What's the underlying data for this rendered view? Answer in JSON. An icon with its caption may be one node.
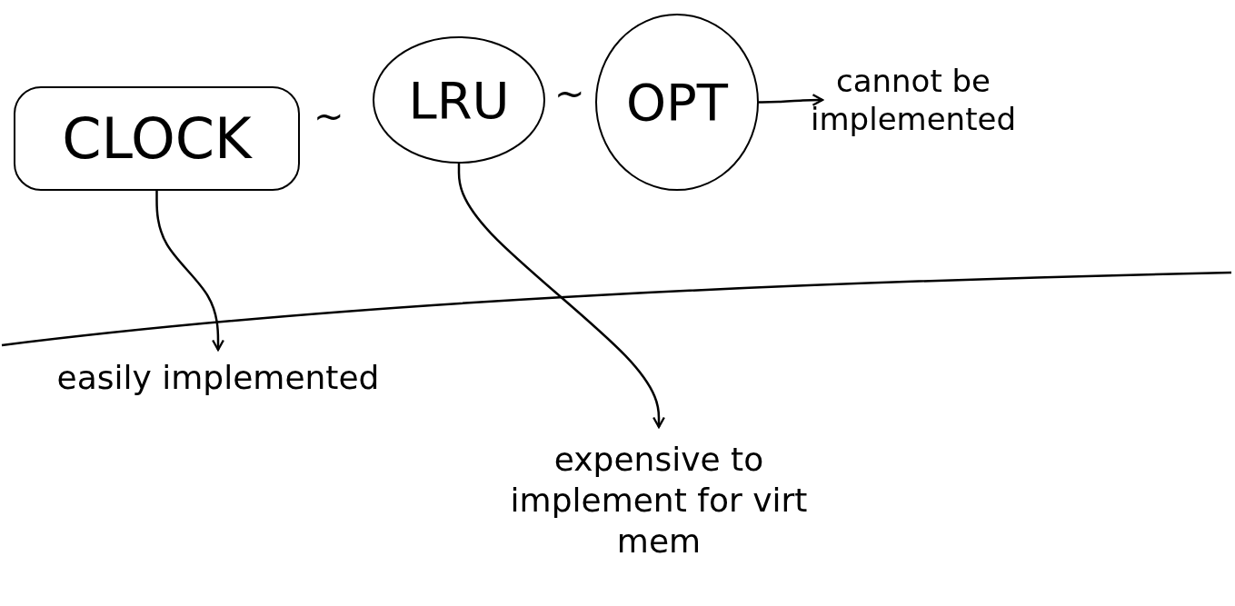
{
  "diagram": {
    "nodes": [
      {
        "text": [
          "CLOCK"
        ]
      },
      {
        "text": [
          "LRU"
        ]
      },
      {
        "text": [
          "OPT"
        ]
      },
      {
        "text": [
          "cannot be implemented"
        ]
      },
      {
        "text": [
          "easily implemented"
        ]
      },
      {
        "text": [
          "expensive to implement for virt mem"
        ]
      }
    ],
    "edges": [
      {
        "from": 2,
        "to": 3,
        "arrow": "to"
      },
      {
        "from": 0,
        "to": 4,
        "arrow": "to"
      },
      {
        "from": 1,
        "to": 5,
        "arrow": "to"
      }
    ],
    "labels": [
      "~",
      "~"
    ]
  }
}
